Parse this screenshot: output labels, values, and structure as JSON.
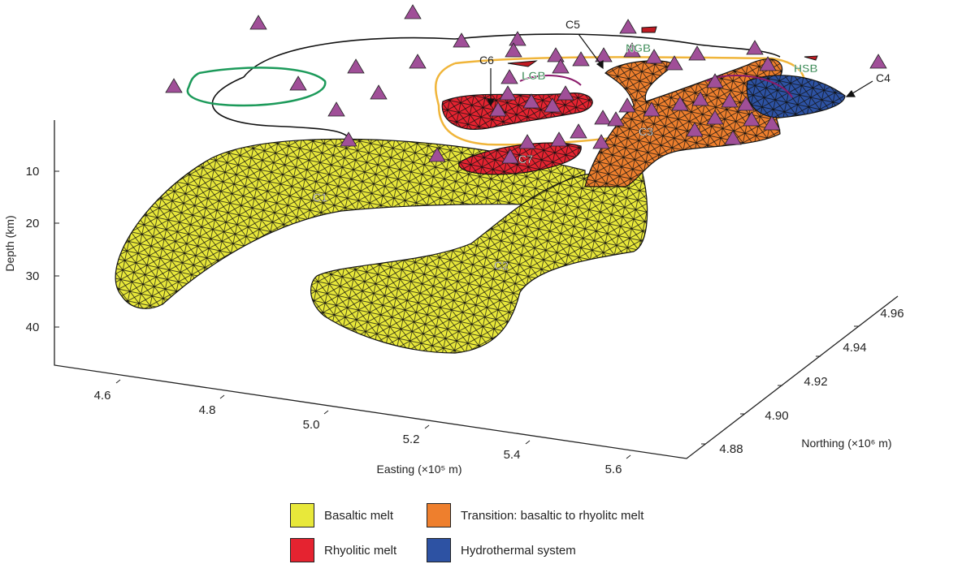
{
  "chart_data": {
    "type": "3d-surface",
    "title": "",
    "axes": {
      "depth": {
        "label": "Depth (km)",
        "ticks": [
          "10",
          "20",
          "30",
          "40"
        ]
      },
      "easting": {
        "label": "Easting (×10⁵ m)",
        "ticks": [
          "4.6",
          "4.8",
          "5.0",
          "5.2",
          "5.4",
          "5.6"
        ]
      },
      "northing": {
        "label": "Northing (×10⁶ m)",
        "ticks": [
          "4.88",
          "4.90",
          "4.92",
          "4.94",
          "4.96"
        ]
      }
    },
    "bodies": [
      {
        "id": "C1",
        "type": "Basaltic melt"
      },
      {
        "id": "C2",
        "type": "Basaltic melt"
      },
      {
        "id": "C3",
        "type": "Transition: basaltic to rhyolitc melt"
      },
      {
        "id": "C4",
        "type": "Hydrothermal system"
      },
      {
        "id": "C5",
        "type": "Transition: basaltic to rhyolitc melt"
      },
      {
        "id": "C6",
        "type": "Rhyolitic melt"
      },
      {
        "id": "C7",
        "type": "Rhyolitic melt"
      }
    ],
    "annotations": [
      "C1",
      "C2",
      "C3",
      "C4",
      "C5",
      "C6",
      "C7",
      "NGB",
      "LGB",
      "HSB"
    ],
    "legend": {
      "placement": "bottom",
      "entries": [
        {
          "label": "Basaltic melt",
          "color": "#e8e83a"
        },
        {
          "label": "Transition: basaltic to rhyolitc melt",
          "color": "#ee7f2d"
        },
        {
          "label": "Rhyolitic melt",
          "color": "#e52330"
        },
        {
          "label": "Hydrothermal system",
          "color": "#2d52a3"
        }
      ]
    },
    "colors": {
      "station": "#a04f98",
      "caldera_outline": "#f0b53a",
      "basin_outline": "#1c9a5a",
      "rim": "#8a1a6a"
    }
  }
}
